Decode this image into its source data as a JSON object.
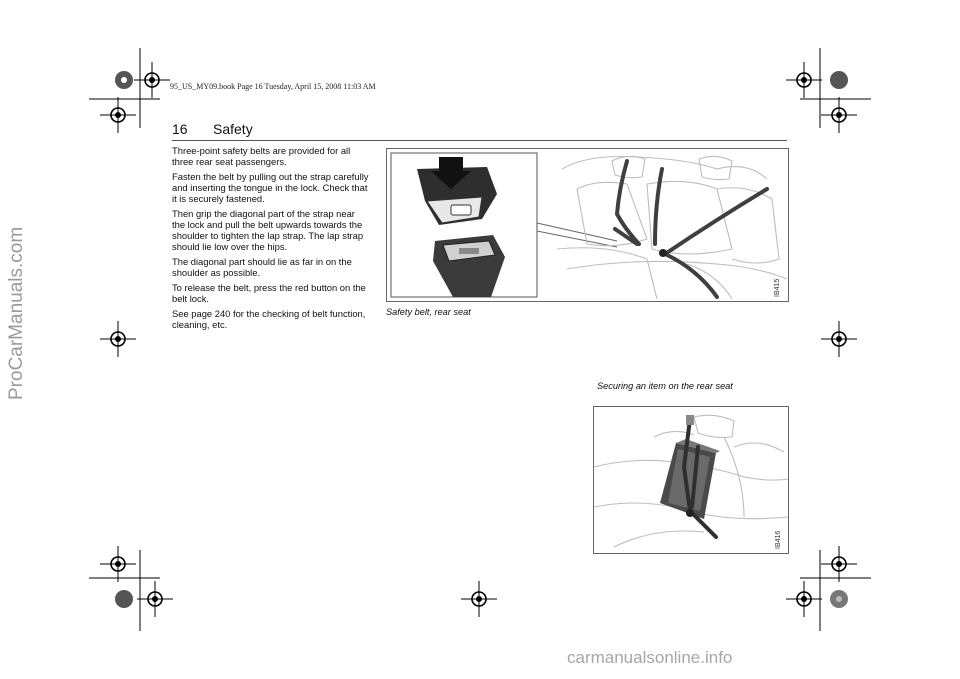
{
  "header": {
    "file_note": "95_US_MY09.book  Page 16  Tuesday, April 15, 2008  11:03 AM",
    "page_number": "16",
    "section_title": "Safety"
  },
  "body": {
    "paragraphs": [
      "Three-point safety belts are provided for all three rear seat passengers.",
      "Fasten the belt by pulling out the strap carefully and inserting the tongue in the lock. Check that it is securely fastened.",
      "Then grip the diagonal part of the strap near the lock and pull the belt upwards towards the shoulder to tighten the lap strap. The lap strap should lie low over the hips.",
      "The diagonal part should lie as far in on the shoulder as possible.",
      "To release the belt, press the red button on the belt lock.",
      "See page 240 for the checking of belt function, cleaning, etc."
    ]
  },
  "figures": {
    "belt": {
      "caption": "Safety belt, rear seat",
      "code": "IB415"
    },
    "item": {
      "caption": "Securing an item on the rear seat",
      "code": "IB416"
    }
  },
  "watermarks": {
    "side": "ProCarManuals.com",
    "bottom": "carmanualsonline.info"
  }
}
